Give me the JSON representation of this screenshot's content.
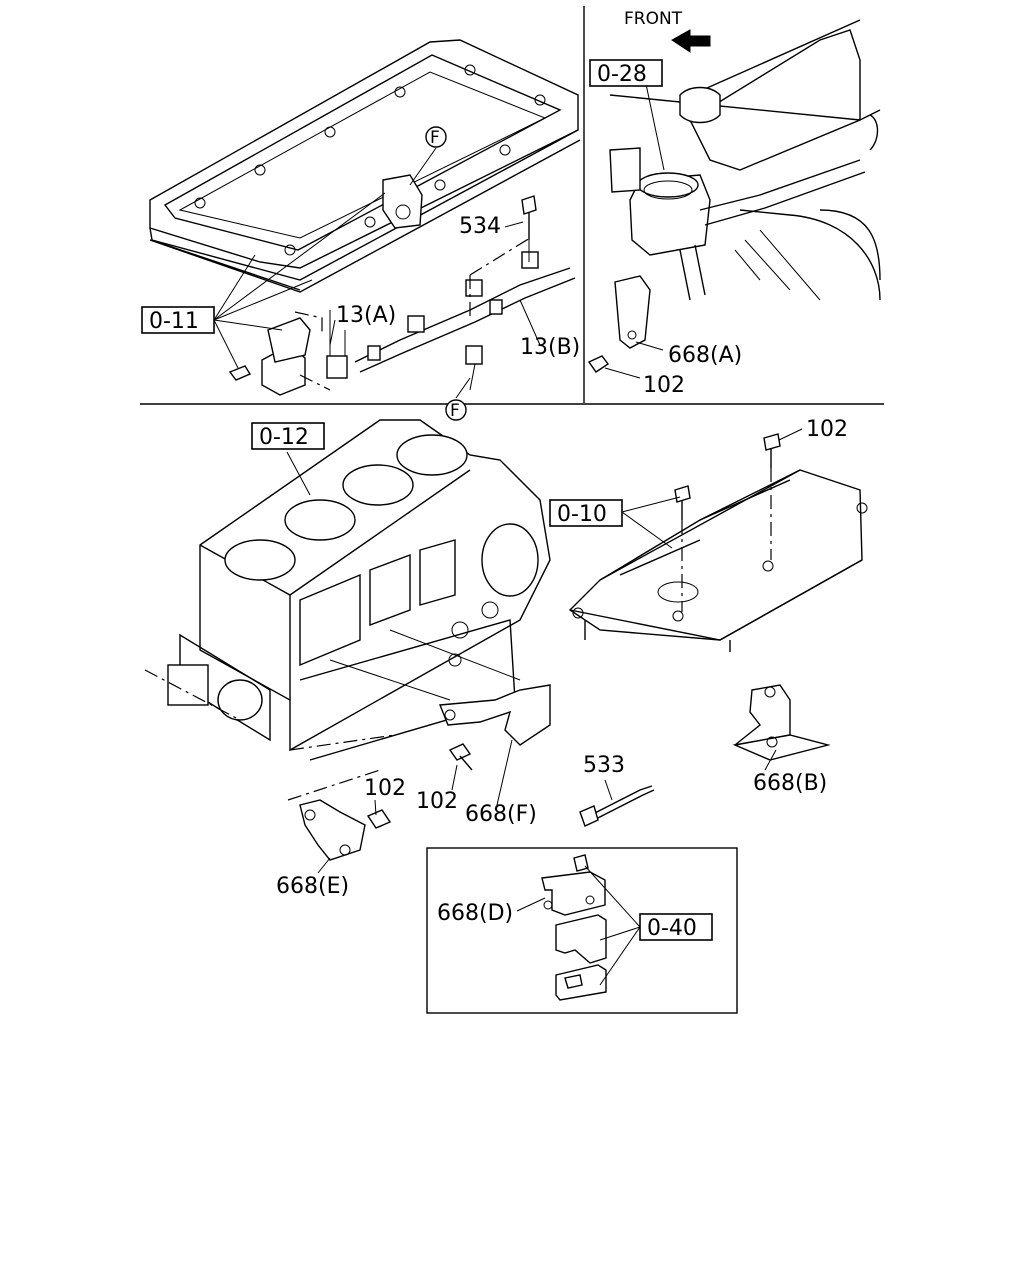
{
  "labels": {
    "front": "FRONT",
    "ref_0_28": "0-28",
    "ref_0_11": "0-11",
    "ref_0_12": "0-12",
    "ref_0_10": "0-10",
    "ref_0_40": "0-40",
    "p534": "534",
    "p13a": "13(A)",
    "p13b": "13(B)",
    "circle_f_top": "F",
    "circle_f_bottom": "F",
    "p668a": "668(A)",
    "p102_top": "102",
    "p102_right": "102",
    "p102_mid": "102",
    "p102_left": "102",
    "p668b": "668(B)",
    "p668f": "668(F)",
    "p668e": "668(E)",
    "p668d": "668(D)",
    "p533": "533"
  }
}
